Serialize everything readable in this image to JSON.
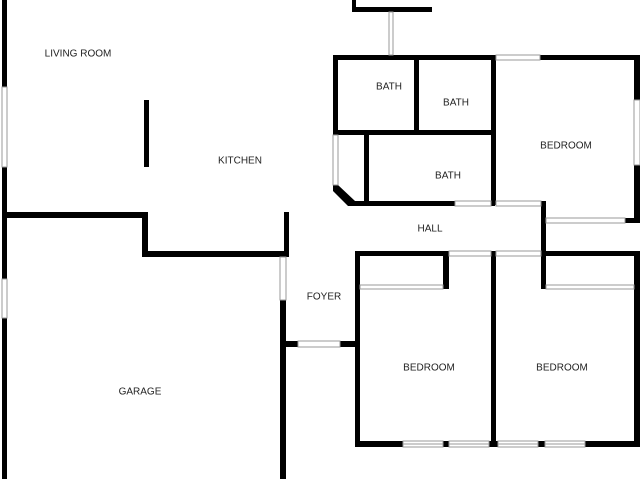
{
  "rooms": {
    "living_room": "LIVING ROOM",
    "kitchen": "KITCHEN",
    "garage": "GARAGE",
    "foyer": "FOYER",
    "hall": "HALL",
    "bath_1": "BATH",
    "bath_2": "BATH",
    "bath_3": "BATH",
    "bedroom_1": "BEDROOM",
    "bedroom_2": "BEDROOM",
    "bedroom_3": "BEDROOM"
  },
  "colors": {
    "wall": "#000000",
    "window": "#9a9a9a",
    "background": "#ffffff"
  }
}
